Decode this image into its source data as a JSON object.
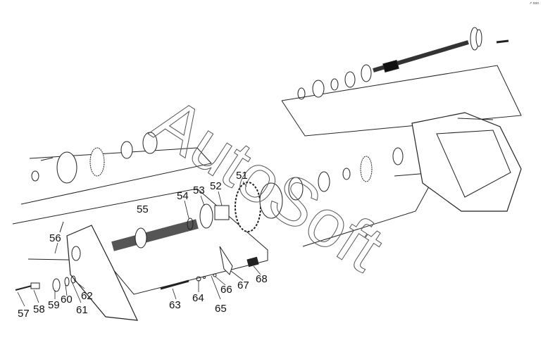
{
  "watermark": "AutoSoft",
  "corner_mark": "↗ ooo",
  "callouts": {
    "c51": "51",
    "c52": "52",
    "c53": "53",
    "c54": "54",
    "c55": "55",
    "c56": "56",
    "c57": "57",
    "c58": "58",
    "c59": "59",
    "c60": "60",
    "c61": "61",
    "c62": "62",
    "c63": "63",
    "c64": "64",
    "c65": "65",
    "c66": "66",
    "c67": "67",
    "c68": "68"
  }
}
